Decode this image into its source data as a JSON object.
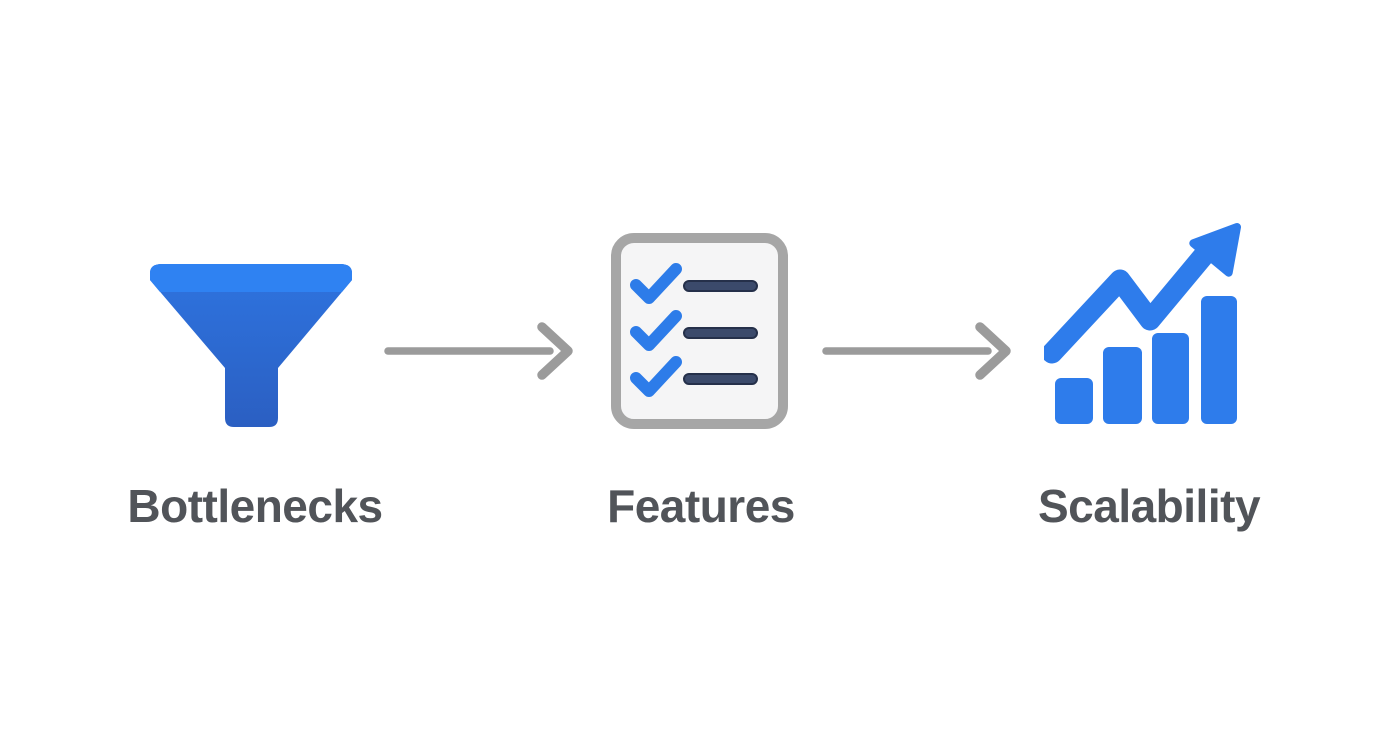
{
  "diagram": {
    "title": "",
    "background": "#ffffff",
    "nodes": [
      {
        "label": "Bottlenecks",
        "icon": "funnel-icon"
      },
      {
        "label": "Features",
        "icon": "checklist-icon"
      },
      {
        "label": "Scalability",
        "icon": "growth-chart-icon"
      }
    ],
    "connectors": [
      {
        "from": "Bottlenecks",
        "to": "Features",
        "type": "arrow-right"
      },
      {
        "from": "Features",
        "to": "Scalability",
        "type": "arrow-right"
      }
    ],
    "colors": {
      "accent_blue": "#2e7ceb",
      "funnel_rim_blue": "#2f82f2",
      "funnel_body_blue_top": "#2e74e0",
      "funnel_body_blue_bottom": "#2b5fc2",
      "check_blue": "#2d7ce9",
      "arrow_gray": "#9b9b9b",
      "label_gray": "#515459",
      "checklist_border_gray": "#a6a6a6",
      "checklist_fill": "#f5f5f6",
      "checklist_line_navy": "#3b4a6b"
    }
  }
}
